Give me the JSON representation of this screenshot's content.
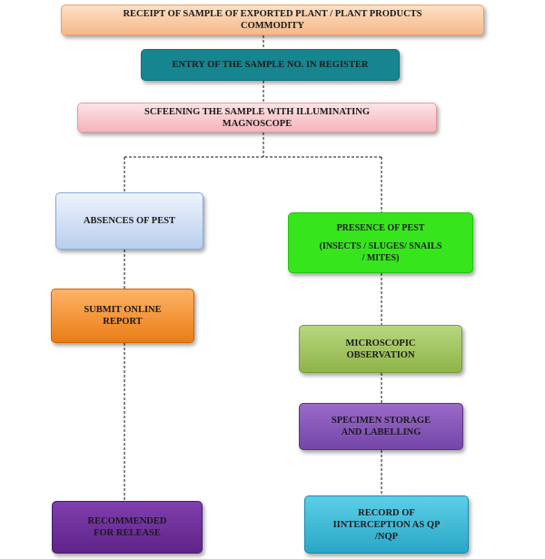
{
  "flowchart": {
    "receipt": {
      "line1": "RECEIPT OF SAMPLE OF EXPORTED PLANT / PLANT PRODUCTS",
      "line2": "COMMODITY",
      "color": "#f5b98a"
    },
    "entry": {
      "line1": "ENTRY OF THE SAMPLE NO. IN REGISTER",
      "color": "#16858f"
    },
    "screening": {
      "line1": "SCFEENING THE SAMPLE WITH ILLUMINATING",
      "line2": "MAGNOSCOPE",
      "color": "#f5b4bb"
    },
    "absence": {
      "line1": "ABSENCES OF PEST",
      "color": "#b9cfee"
    },
    "presence": {
      "line1": "PRESENCE OF PEST",
      "line2": "(INSECTS / SLUGES/ SNAILS",
      "line3": "/ MITES)",
      "color": "#37e51d"
    },
    "submit": {
      "line1": "SUBMIT ONLINE",
      "line2": "REPORT",
      "color": "#ea7d14"
    },
    "microscopic": {
      "line1": "MICROSCOPIC",
      "line2": "OBSERVATION",
      "color": "#8fb449"
    },
    "specimen": {
      "line1": "SPECIMEN STORAGE",
      "line2": "AND LABELLING",
      "color": "#7446a8"
    },
    "recommended": {
      "line1": "RECOMMENDED",
      "line2": "FOR RELEASE",
      "color": "#5f2388"
    },
    "record": {
      "line1": "RECORD OF",
      "line2": "IINTERCEPTION AS QP",
      "line3": "/NQP",
      "color": "#2aa6c7"
    }
  }
}
